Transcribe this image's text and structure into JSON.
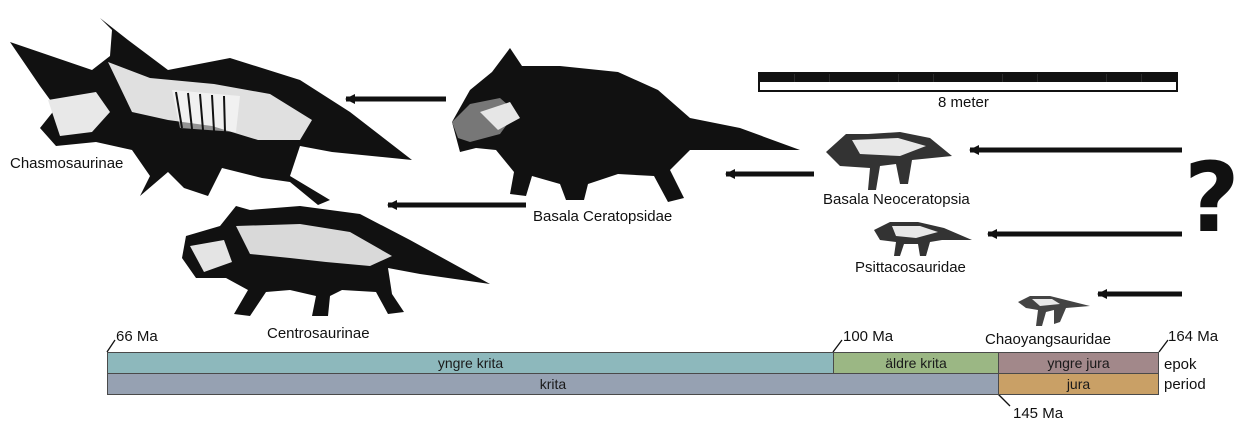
{
  "groups": {
    "chasmosaurinae": "Chasmosaurinae",
    "centrosaurinae": "Centrosaurinae",
    "basal_ceratopsidae": "Basala Ceratopsidae",
    "basal_neoceratopsia": "Basala Neoceratopsia",
    "psittacosauridae": "Psittacosauridae",
    "chaoyangsauridae": "Chaoyangsauridae"
  },
  "scale_bar": {
    "label": "8 meter",
    "segments": 12
  },
  "unknown_origin": "?",
  "timeline": {
    "ticks": {
      "t66": "66 Ma",
      "t100": "100 Ma",
      "t145": "145 Ma",
      "t164": "164 Ma"
    },
    "epochs": {
      "late_cretaceous": "yngre krita",
      "early_cretaceous": "äldre krita",
      "late_jurassic": "yngre jura"
    },
    "periods": {
      "cretaceous": "krita",
      "jurassic": "jura"
    },
    "row_labels": {
      "epoch": "epok",
      "period": "period"
    },
    "colors": {
      "late_cretaceous": "#8db8bc",
      "early_cretaceous": "#9bb784",
      "late_jurassic": "#a2888a",
      "cretaceous": "#96a1b2",
      "jurassic": "#c9a066"
    }
  }
}
